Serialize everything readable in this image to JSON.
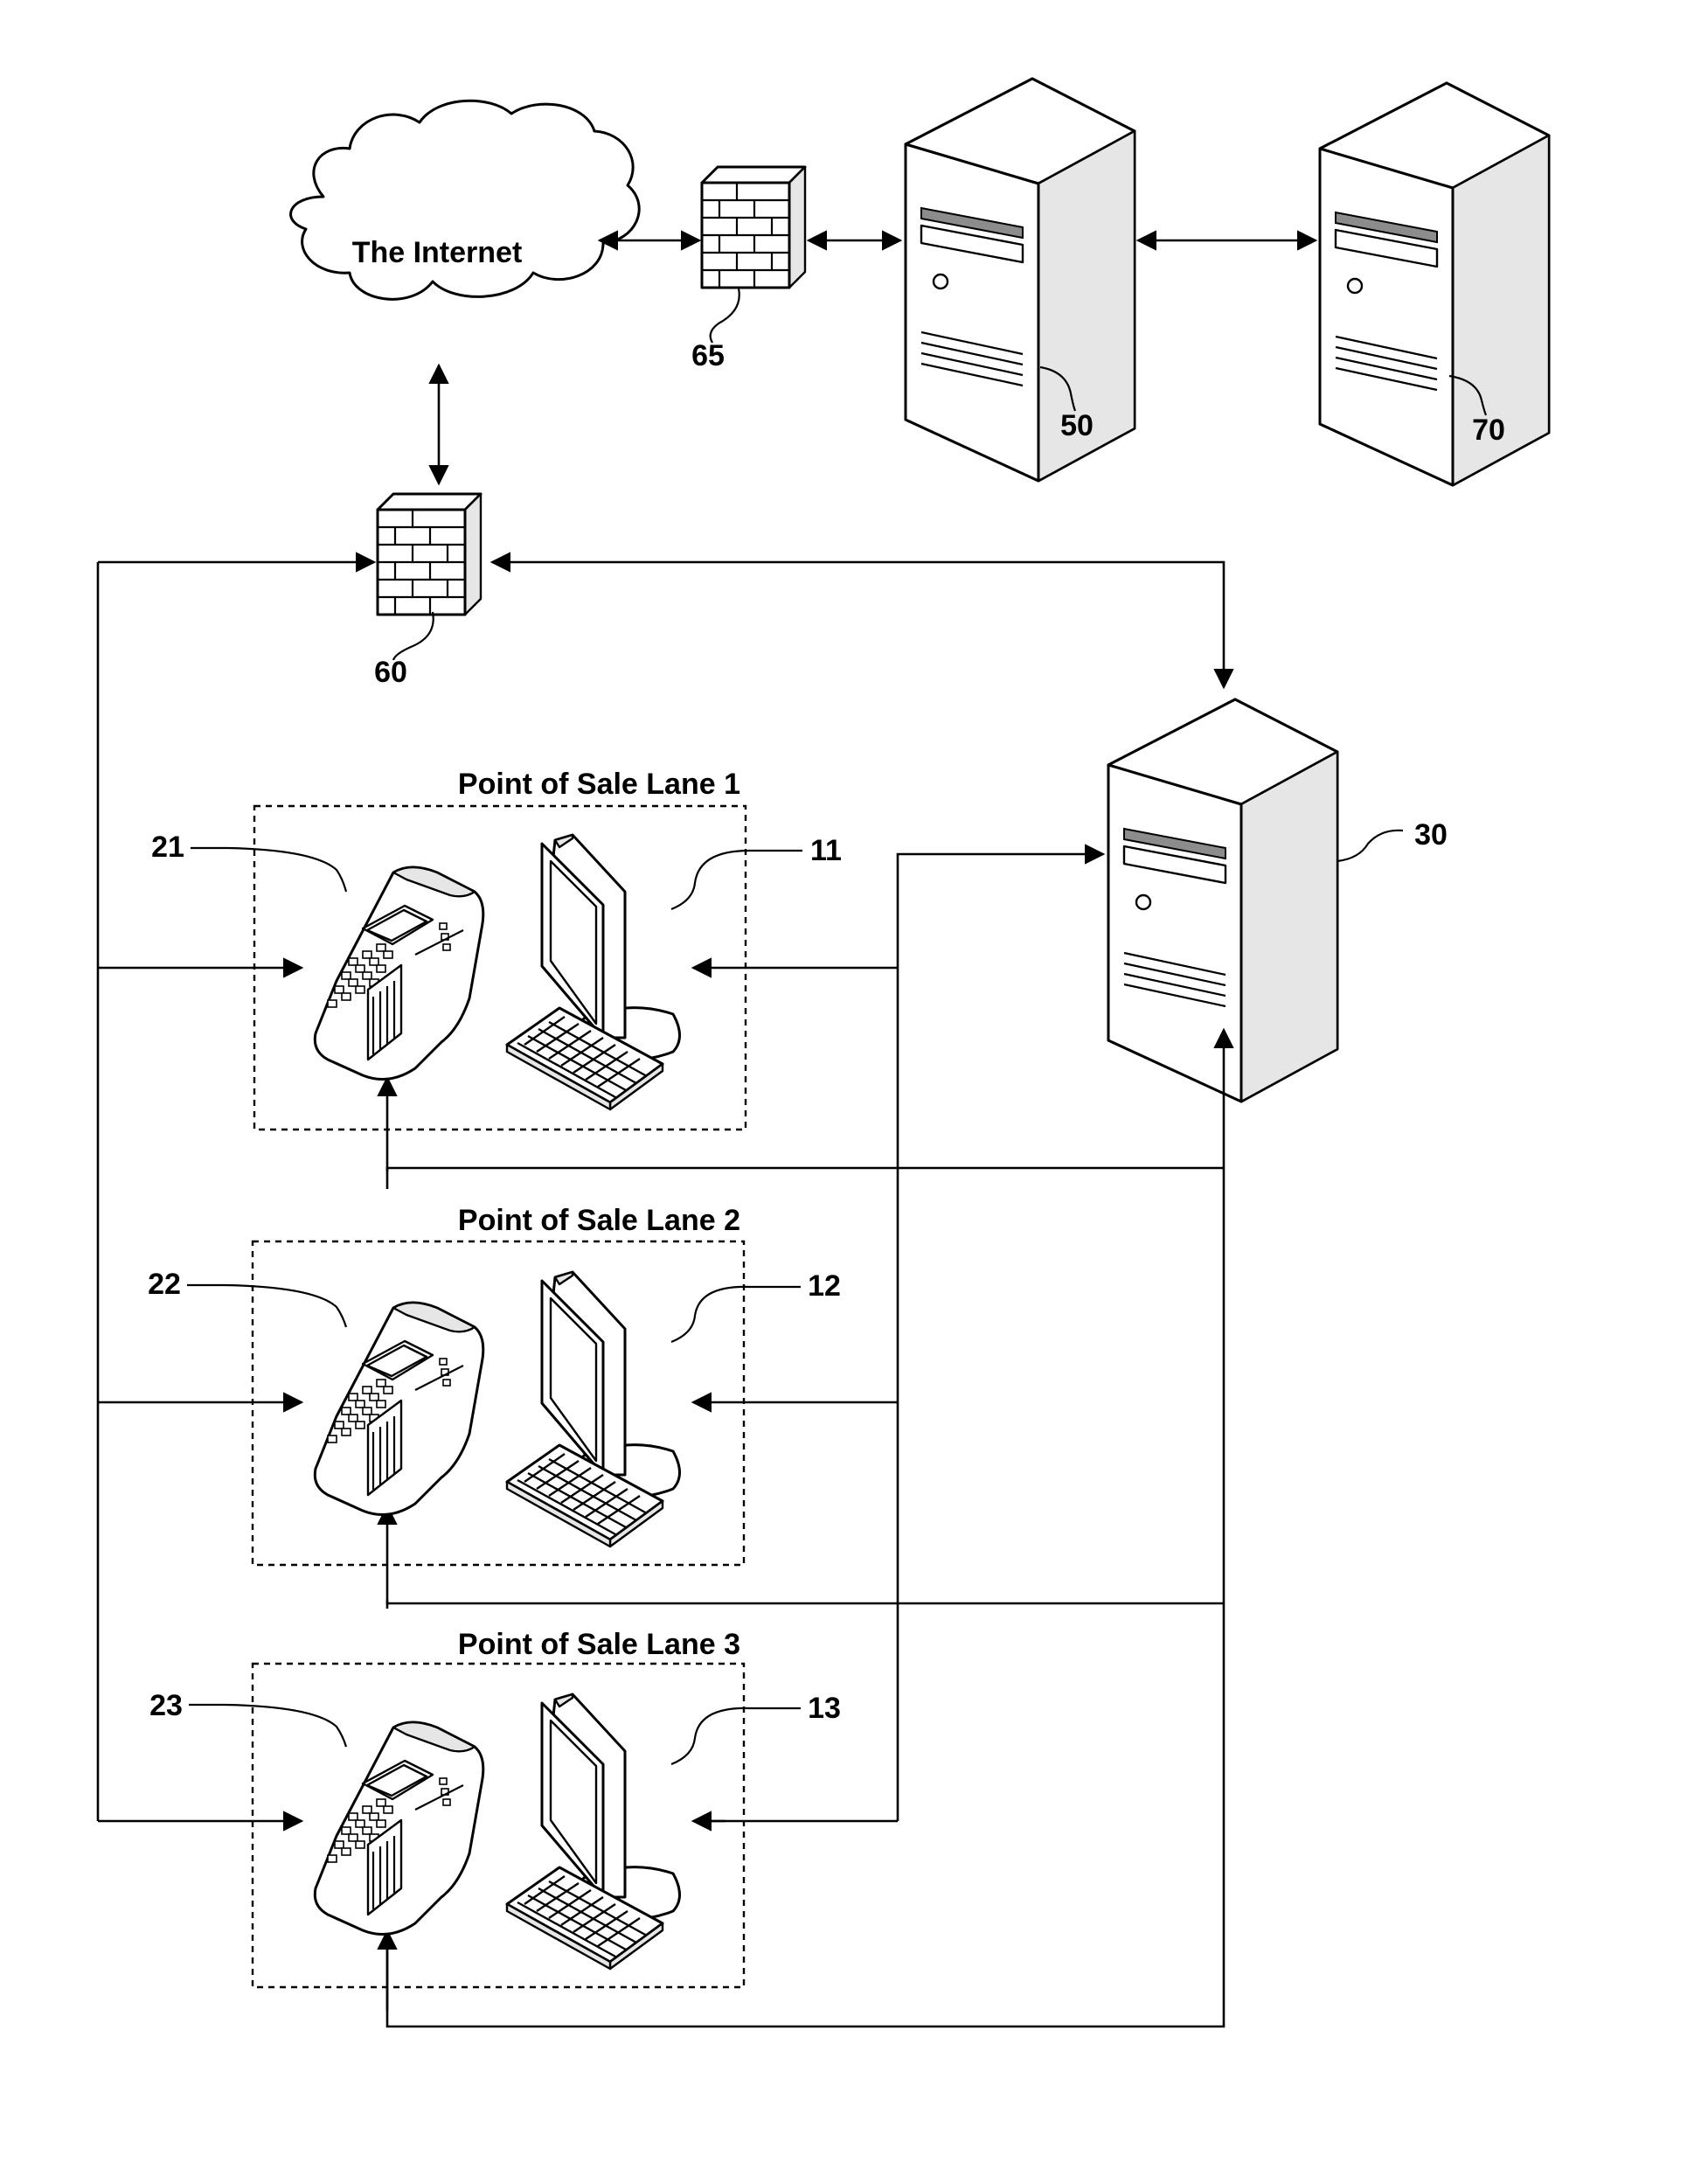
{
  "internet": {
    "label": "The Internet"
  },
  "lanes": [
    {
      "title": "Point of Sale Lane 1",
      "terminal_ref": "21",
      "register_ref": "11"
    },
    {
      "title": "Point of Sale Lane 2",
      "terminal_ref": "22",
      "register_ref": "12"
    },
    {
      "title": "Point of Sale Lane 3",
      "terminal_ref": "23",
      "register_ref": "13"
    }
  ],
  "refs": {
    "firewall_top": "65",
    "firewall_store": "60",
    "server_main": "50",
    "server_aux": "70",
    "store_server": "30"
  }
}
